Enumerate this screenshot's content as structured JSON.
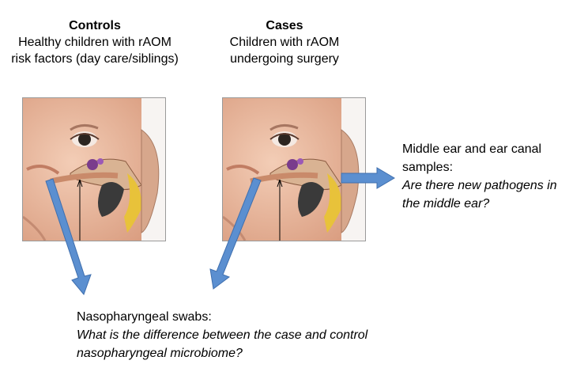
{
  "controls": {
    "title": "Controls",
    "line1": "Healthy children with rAOM",
    "line2": "risk factors (day care/siblings)"
  },
  "cases": {
    "title": "Cases",
    "line1": "Children with rAOM",
    "line2": "undergoing surgery"
  },
  "middle_ear_note": {
    "label": "Middle ear and ear canal samples:",
    "question": "Are there new pathogens in the middle ear?"
  },
  "nasopharyngeal_note": {
    "label": "Nasopharyngeal swabs:",
    "question": "What is the difference between the case and control nasopharyngeal microbiome?"
  },
  "colors": {
    "arrow": "#5b8fd0",
    "skin": "#e9b59a",
    "ear_canal": "#c98a6a",
    "ossicles": "#7a3c8c",
    "cochlea": "#e8c23a",
    "eye": "#2c2520"
  }
}
